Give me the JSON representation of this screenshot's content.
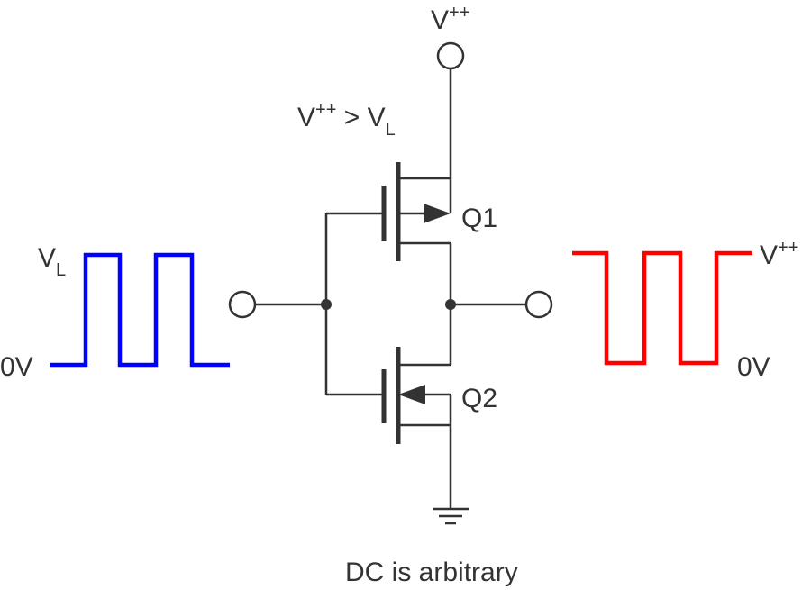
{
  "labels": {
    "supply_top": {
      "base": "V",
      "sup": "++"
    },
    "condition": {
      "base": "V",
      "sup": "++",
      "op": " > ",
      "base2": "V",
      "sub": "L"
    },
    "q1": "Q1",
    "q2": "Q2",
    "input_high": {
      "base": "V",
      "sub": "L"
    },
    "input_low": "0V",
    "output_high": {
      "base": "V",
      "sup": "++"
    },
    "output_low": "0V",
    "footer": "DC is arbitrary"
  },
  "colors": {
    "wire": "#333333",
    "input_wave": "#0000ff",
    "output_wave": "#ff0000"
  },
  "icons": {
    "ground": "ground-icon",
    "terminal": "terminal-circle-icon"
  }
}
